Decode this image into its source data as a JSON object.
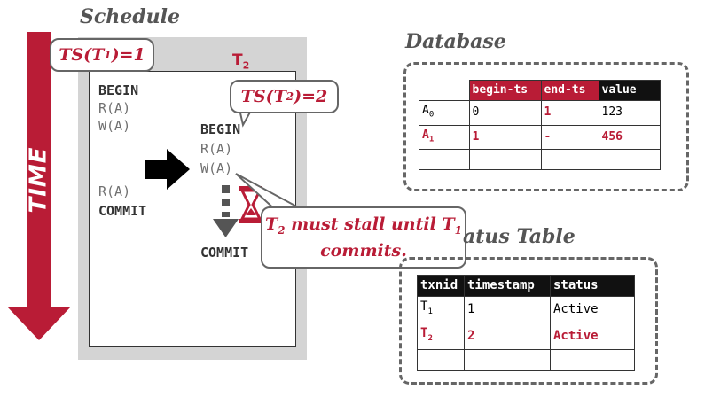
{
  "schedule": {
    "title": "Schedule",
    "t2_header": {
      "name": "T",
      "sub": "2"
    },
    "t1_ops": [
      "BEGIN",
      "R(A)",
      "W(A)",
      "R(A)",
      "COMMIT"
    ],
    "t2_ops": [
      "BEGIN",
      "R(A)",
      "W(A)",
      "COMMIT"
    ],
    "ts_t1": {
      "prefix": "TS(T",
      "sub": "1",
      "suffix": ")=1"
    },
    "ts_t2": {
      "prefix": "TS(T",
      "sub": "2",
      "suffix": ")=2"
    },
    "stall_callout": {
      "prefix": "T",
      "sub": "2",
      "middle": " must stall until T",
      "sub2": "1",
      "line2": "commits."
    }
  },
  "time_arrow": {
    "label": "TIME"
  },
  "database": {
    "title": "Database",
    "columns": [
      "begin-ts",
      "end-ts",
      "value"
    ],
    "rows": [
      {
        "name": "A",
        "sub": "0",
        "begin_ts": "0",
        "end_ts": "1",
        "value": "123"
      },
      {
        "name": "A",
        "sub": "1",
        "begin_ts": "1",
        "end_ts": "-",
        "value": "456"
      }
    ]
  },
  "status_table": {
    "title": "atus Table",
    "columns": [
      "txnid",
      "timestamp",
      "status"
    ],
    "rows": [
      {
        "name": "T",
        "sub": "1",
        "timestamp": "1",
        "status": "Active"
      },
      {
        "name": "T",
        "sub": "2",
        "timestamp": "2",
        "status": "Active"
      }
    ]
  },
  "colors": {
    "accent": "#b91c36",
    "dark": "#111111",
    "gray": "#d4d4d4"
  },
  "icons": [
    "arrow-right-icon",
    "arrow-down-icon",
    "hourglass-icon"
  ]
}
